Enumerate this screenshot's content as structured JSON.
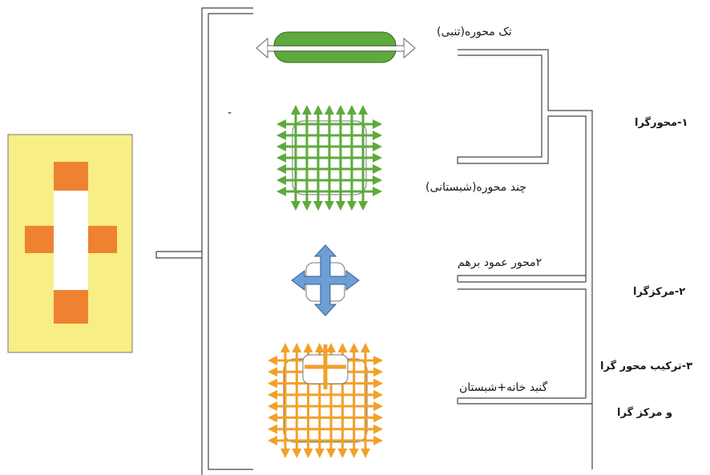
{
  "colors": {
    "panel_bg": "#f7ef86",
    "cross_orange": "#ef8230",
    "green": "#5eaa3c",
    "blue": "#6d9fd6",
    "orange": "#f2a02a",
    "line": "#555555"
  },
  "icons": {
    "single_axis": "horizontal-axis-icon",
    "multi_axis": "grid-axis-icon",
    "two_axis": "cross-axis-icon",
    "combined": "dome-grid-icon"
  },
  "labels": {
    "single_axis": "تک محوره(تنبی)",
    "multi_axis": "چند محوره(شبستانی)",
    "two_axis": "۲محور عمود برهم",
    "dome_hypostyle": "گنبد خانه+شبستان",
    "category_1": "۱-محورگرا",
    "category_2": "۲-مرکزگرا",
    "category_3_line1": "۳-ترکیب محور گرا",
    "category_3_line2": "و مرکز گرا",
    "stray_mark": "-"
  }
}
